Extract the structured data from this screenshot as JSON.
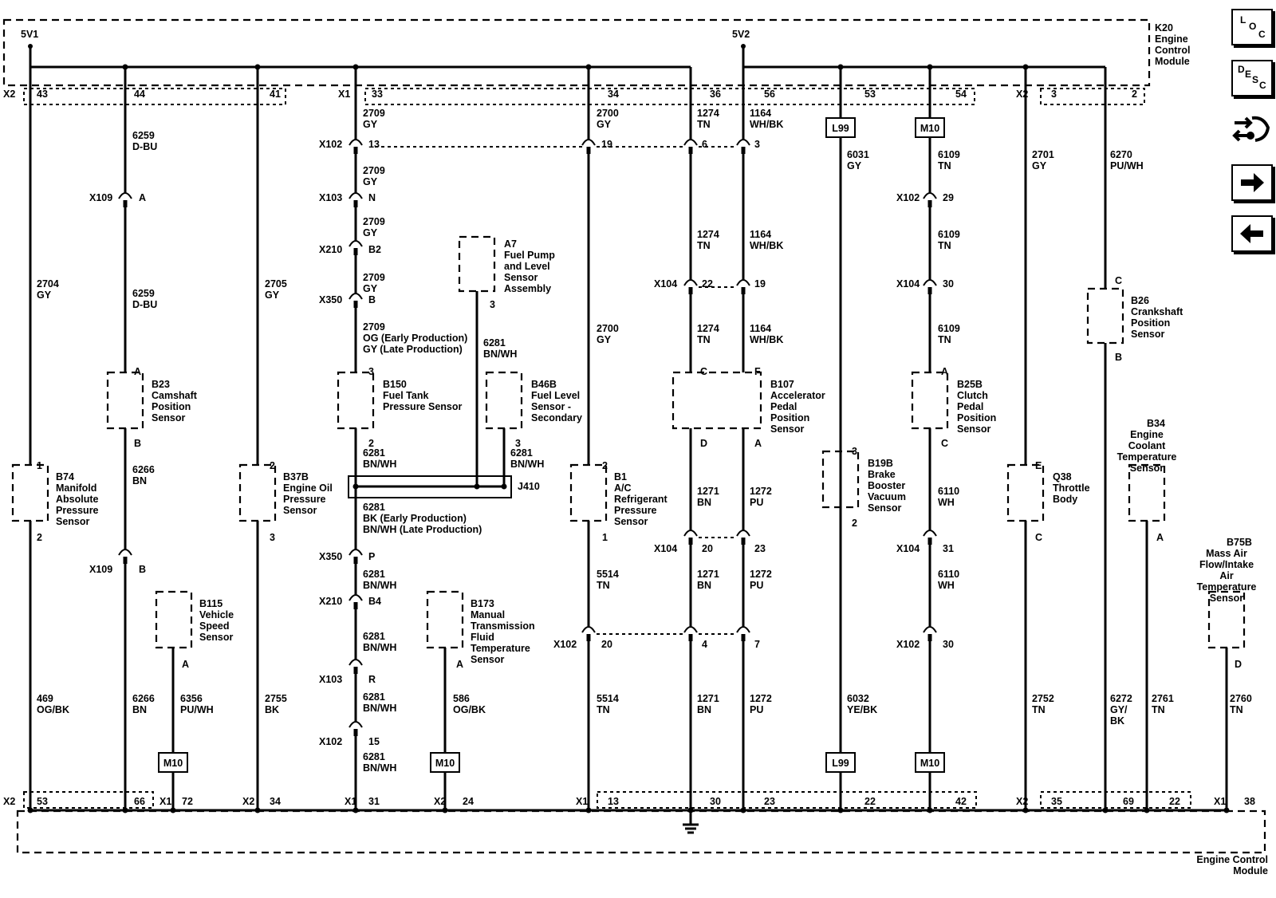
{
  "module": {
    "id": "K20",
    "name_lines": [
      "Engine",
      "Control",
      "Module"
    ],
    "bottom_lines": [
      "Engine Control",
      "Module"
    ],
    "v1": "5V1",
    "v2": "5V2"
  },
  "side_buttons": [
    {
      "name": "loc-button",
      "icon": "loc-icon",
      "letters": [
        "L",
        "O",
        "C"
      ]
    },
    {
      "name": "desc-button",
      "icon": "desc-icon",
      "letters": [
        "D",
        "E",
        "S",
        "C"
      ]
    },
    {
      "name": "connector-view-button",
      "icon": "connector-icon"
    },
    {
      "name": "next-page-button",
      "icon": "arrow-right-icon"
    },
    {
      "name": "prev-page-button",
      "icon": "arrow-left-icon"
    }
  ],
  "top_connectors": [
    {
      "name": "X2",
      "pins": [
        "43",
        "44",
        "41"
      ]
    },
    {
      "name": "X1",
      "pins": [
        "33",
        "34",
        "36",
        "56",
        "53",
        "54"
      ]
    },
    {
      "name": "X2",
      "pins": [
        "3",
        "2"
      ]
    }
  ],
  "bottom_connectors": [
    {
      "name": "X2",
      "pins": [
        "53",
        "66"
      ]
    },
    {
      "name": "X1",
      "pins": [
        "72"
      ]
    },
    {
      "name": "X2",
      "pins": [
        "34"
      ]
    },
    {
      "name": "X1",
      "pins": [
        "31"
      ]
    },
    {
      "name": "X2",
      "pins": [
        "24"
      ]
    },
    {
      "name": "X1",
      "pins": [
        "13",
        "30",
        "23",
        "22",
        "42"
      ]
    },
    {
      "name": "X2",
      "pins": [
        "35",
        "69",
        "22"
      ]
    },
    {
      "name": "X1",
      "pins": [
        "38"
      ]
    }
  ],
  "components": [
    {
      "id": "B74",
      "lines": [
        "Manifold",
        "Absolute",
        "Pressure",
        "Sensor"
      ],
      "pins": [
        "1",
        "2"
      ]
    },
    {
      "id": "B23",
      "lines": [
        "Camshaft",
        "Position",
        "Sensor"
      ],
      "pins": [
        "A",
        "B"
      ]
    },
    {
      "id": "B37B",
      "lines": [
        "Engine Oil",
        "Pressure",
        "Sensor"
      ],
      "pins": [
        "2",
        "3"
      ]
    },
    {
      "id": "B115",
      "lines": [
        "Vehicle",
        "Speed",
        "Sensor"
      ],
      "pins": [
        "A"
      ]
    },
    {
      "id": "B150",
      "lines": [
        "Fuel Tank",
        "Pressure Sensor"
      ],
      "pins": [
        "3",
        "2"
      ]
    },
    {
      "id": "A7",
      "lines": [
        "Fuel Pump",
        "and Level",
        "Sensor",
        "Assembly"
      ],
      "pins": [
        "3"
      ]
    },
    {
      "id": "B46B",
      "lines": [
        "Fuel Level",
        "Sensor -",
        "Secondary"
      ],
      "pins": [
        "3"
      ]
    },
    {
      "id": "B173",
      "lines": [
        "Manual",
        "Transmission",
        "Fluid",
        "Temperature",
        "Sensor"
      ],
      "pins": [
        "A"
      ]
    },
    {
      "id": "B1",
      "lines": [
        "A/C",
        "Refrigerant",
        "Pressure",
        "Sensor"
      ],
      "pins": [
        "2",
        "1"
      ]
    },
    {
      "id": "B107",
      "lines": [
        "Accelerator",
        "Pedal",
        "Position",
        "Sensor"
      ],
      "pins": [
        "C",
        "F",
        "D",
        "A"
      ]
    },
    {
      "id": "B19B",
      "lines": [
        "Brake",
        "Booster",
        "Vacuum",
        "Sensor"
      ],
      "pins": [
        "3",
        "2"
      ]
    },
    {
      "id": "B25B",
      "lines": [
        "Clutch",
        "Pedal",
        "Position",
        "Sensor"
      ],
      "pins": [
        "A",
        "C"
      ]
    },
    {
      "id": "Q38",
      "lines": [
        "Throttle",
        "Body"
      ],
      "pins": [
        "E",
        "C"
      ]
    },
    {
      "id": "B26",
      "lines": [
        "Crankshaft",
        "Position",
        "Sensor"
      ],
      "pins": [
        "C",
        "B"
      ]
    },
    {
      "id": "B34",
      "lines": [
        "Engine",
        "Coolant",
        "Temperature",
        "Sensor"
      ],
      "pins": [
        "A"
      ]
    },
    {
      "id": "B75B",
      "lines": [
        "Mass Air",
        "Flow/Intake",
        "Air",
        "Temperature",
        "Sensor"
      ],
      "pins": [
        "D"
      ]
    }
  ],
  "splice": {
    "id": "J410"
  },
  "ground": {
    "icon": "ground-icon"
  },
  "options": [
    "L99",
    "M10",
    "M10",
    "L99",
    "M10",
    "M10",
    "M10"
  ],
  "inline_connectors": [
    {
      "id": "X109",
      "pin": "A"
    },
    {
      "id": "X109",
      "pin": "B"
    },
    {
      "id": "X102",
      "pin": "13"
    },
    {
      "id": "X103",
      "pin": "N"
    },
    {
      "id": "X210",
      "pin": "B2"
    },
    {
      "id": "X350",
      "pin": "B"
    },
    {
      "id": "X350",
      "pin": "P"
    },
    {
      "id": "X210",
      "pin": "B4"
    },
    {
      "id": "X103",
      "pin": "R"
    },
    {
      "id": "X102",
      "pin": "15"
    },
    {
      "id": "X102",
      "pin": "19"
    },
    {
      "id": "X102",
      "pin": "6"
    },
    {
      "id": "X102",
      "pin": "3"
    },
    {
      "id": "X104",
      "pin": "22"
    },
    {
      "id": "X104",
      "pin": "19"
    },
    {
      "id": "X104",
      "pin": "20"
    },
    {
      "id": "X104",
      "pin": "23"
    },
    {
      "id": "X102",
      "pin": "20"
    },
    {
      "id": "X102",
      "pin": "4"
    },
    {
      "id": "X102",
      "pin": "7"
    },
    {
      "id": "X102",
      "pin": "29"
    },
    {
      "id": "X104",
      "pin": "30"
    },
    {
      "id": "X104",
      "pin": "31"
    },
    {
      "id": "X102",
      "pin": "30"
    }
  ],
  "wires": [
    {
      "circuit": "2704",
      "color": "GY"
    },
    {
      "circuit": "6259",
      "color": "D-BU"
    },
    {
      "circuit": "6259",
      "color": "D-BU"
    },
    {
      "circuit": "2705",
      "color": "GY"
    },
    {
      "circuit": "2709",
      "color": "GY"
    },
    {
      "circuit": "2709",
      "color": "GY"
    },
    {
      "circuit": "2709",
      "color": "GY"
    },
    {
      "circuit": "2709",
      "color": "GY"
    },
    {
      "circuit": "2709",
      "lines": [
        "OG (Early Production)",
        "GY (Late Production)"
      ]
    },
    {
      "circuit": "6281",
      "color": "BN/WH"
    },
    {
      "circuit": "6281",
      "color": "BN/WH"
    },
    {
      "circuit": "6281",
      "color": "BN/WH"
    },
    {
      "circuit": "6281",
      "lines": [
        "BK (Early Production)",
        "BN/WH (Late Production)"
      ]
    },
    {
      "circuit": "6281",
      "color": "BN/WH"
    },
    {
      "circuit": "6281",
      "color": "BN/WH"
    },
    {
      "circuit": "6281",
      "color": "BN/WH"
    },
    {
      "circuit": "6281",
      "color": "BN/WH"
    },
    {
      "circuit": "2700",
      "color": "GY"
    },
    {
      "circuit": "2700",
      "color": "GY"
    },
    {
      "circuit": "1274",
      "color": "TN"
    },
    {
      "circuit": "1274",
      "color": "TN"
    },
    {
      "circuit": "1274",
      "color": "TN"
    },
    {
      "circuit": "1164",
      "color": "WH/BK"
    },
    {
      "circuit": "1164",
      "color": "WH/BK"
    },
    {
      "circuit": "1164",
      "color": "WH/BK"
    },
    {
      "circuit": "6031",
      "color": "GY"
    },
    {
      "circuit": "6109",
      "color": "TN"
    },
    {
      "circuit": "6109",
      "color": "TN"
    },
    {
      "circuit": "6109",
      "color": "TN"
    },
    {
      "circuit": "2701",
      "color": "GY"
    },
    {
      "circuit": "6270",
      "color": "PU/WH"
    },
    {
      "circuit": "6266",
      "color": "BN"
    },
    {
      "circuit": "6266",
      "color": "BN"
    },
    {
      "circuit": "469",
      "color": "OG/BK"
    },
    {
      "circuit": "6356",
      "color": "PU/WH"
    },
    {
      "circuit": "2755",
      "color": "BK"
    },
    {
      "circuit": "586",
      "color": "OG/BK"
    },
    {
      "circuit": "5514",
      "color": "TN"
    },
    {
      "circuit": "5514",
      "color": "TN"
    },
    {
      "circuit": "1271",
      "color": "BN"
    },
    {
      "circuit": "1271",
      "color": "BN"
    },
    {
      "circuit": "1271",
      "color": "BN"
    },
    {
      "circuit": "1272",
      "color": "PU"
    },
    {
      "circuit": "1272",
      "color": "PU"
    },
    {
      "circuit": "1272",
      "color": "PU"
    },
    {
      "circuit": "6032",
      "color": "YE/BK"
    },
    {
      "circuit": "6110",
      "color": "WH"
    },
    {
      "circuit": "6110",
      "color": "WH"
    },
    {
      "circuit": "2752",
      "color": "TN"
    },
    {
      "circuit": "6272",
      "lines": [
        "GY/",
        "BK"
      ]
    },
    {
      "circuit": "2761",
      "color": "TN"
    },
    {
      "circuit": "2760",
      "color": "TN"
    }
  ]
}
